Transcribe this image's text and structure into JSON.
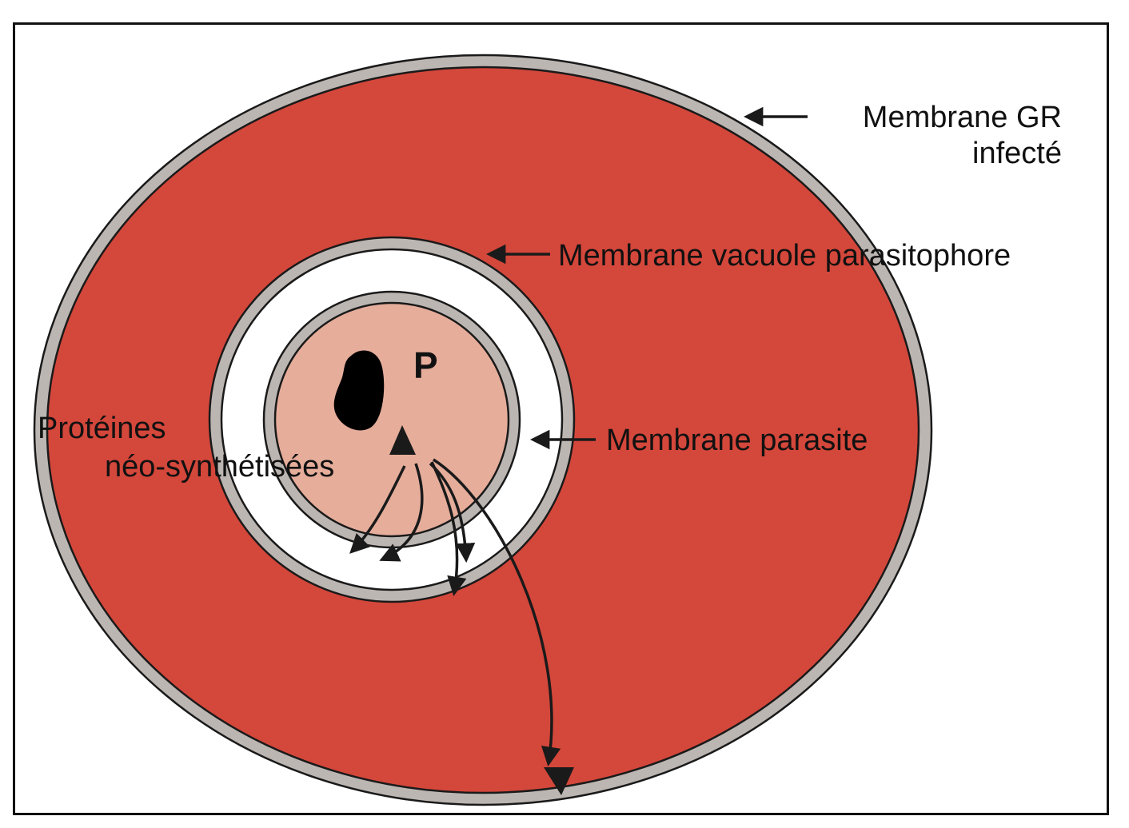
{
  "diagram": {
    "labels": {
      "rbc_membrane_line1": "Membrane GR",
      "rbc_membrane_line2": "infecté",
      "vacuole_membrane": "Membrane vacuole parasitophore",
      "parasite_membrane": "Membrane parasite",
      "proteins_line1": "Protéines",
      "proteins_line2": "néo-synthétisées",
      "parasite_letter": "P"
    },
    "colors": {
      "cytoplasm": "#d4473b",
      "membrane": "#bcb6b2",
      "vacuole_space": "#ffffff",
      "parasite_body": "#e6ad9b",
      "outline": "#1a1a1a",
      "nucleus": "#000000"
    }
  }
}
